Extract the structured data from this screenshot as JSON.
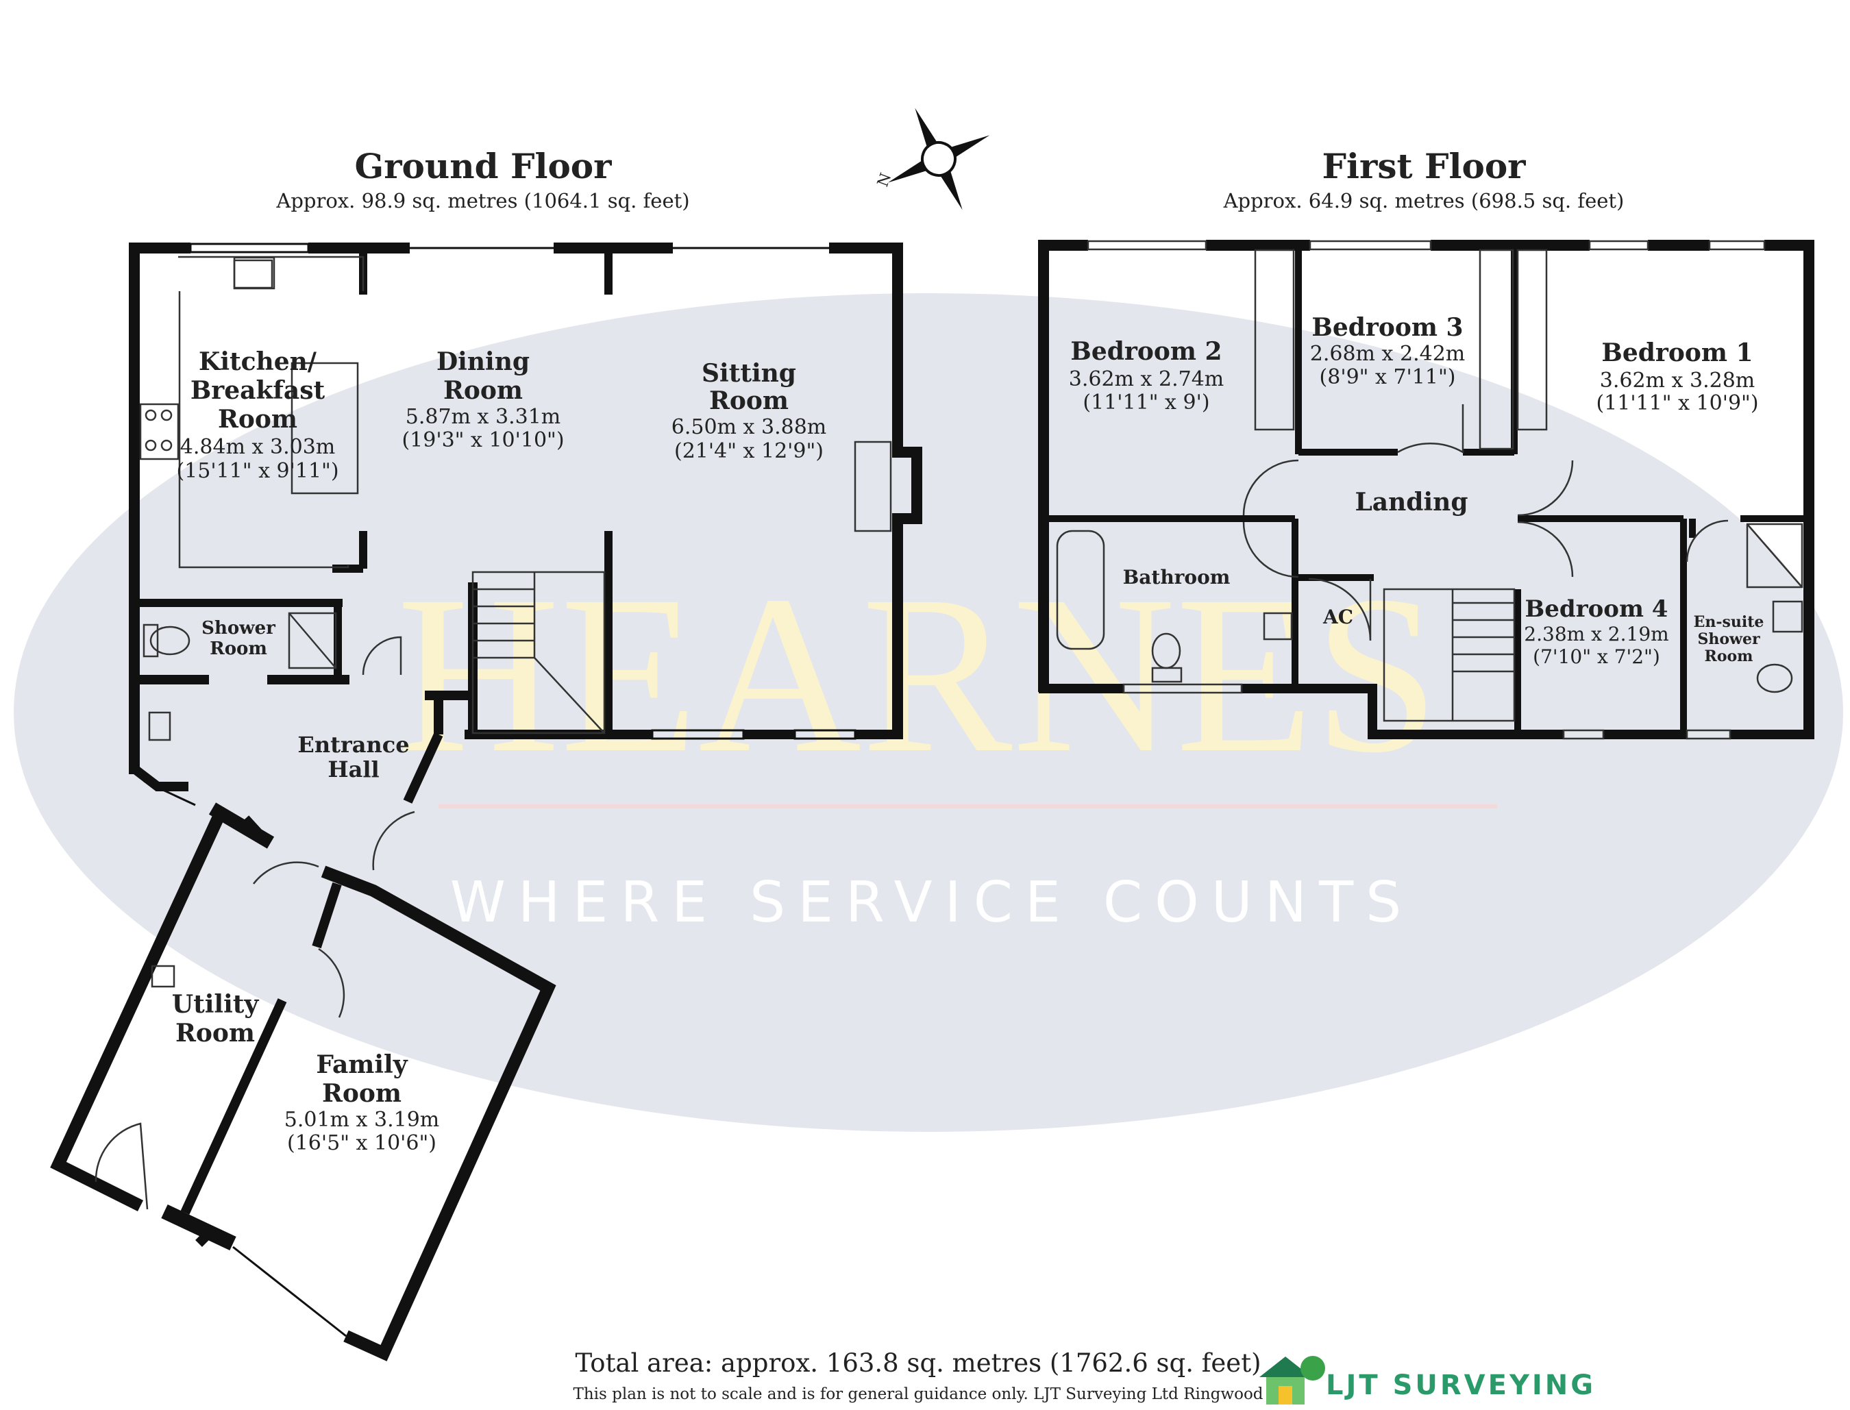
{
  "ground_floor": {
    "title": "Ground Floor",
    "area": "Approx. 98.9 sq. metres (1064.1 sq. feet)",
    "rooms": {
      "kitchen": {
        "l1": "Kitchen/",
        "l2": "Breakfast",
        "l3": "Room",
        "m": "4.84m x 3.03m",
        "ft": "(15'11\" x 9'11\")"
      },
      "dining": {
        "l1": "Dining",
        "l2": "Room",
        "m": "5.87m x 3.31m",
        "ft": "(19'3\" x 10'10\")"
      },
      "sitting": {
        "l1": "Sitting",
        "l2": "Room",
        "m": "6.50m x 3.88m",
        "ft": "(21'4\" x 12'9\")"
      },
      "shower": {
        "l1": "Shower",
        "l2": "Room"
      },
      "entrance": {
        "l1": "Entrance",
        "l2": "Hall"
      },
      "utility": {
        "l1": "Utility",
        "l2": "Room"
      },
      "family": {
        "l1": "Family",
        "l2": "Room",
        "m": "5.01m x 3.19m",
        "ft": "(16'5\" x 10'6\")"
      }
    }
  },
  "first_floor": {
    "title": "First Floor",
    "area": "Approx. 64.9 sq. metres (698.5 sq. feet)",
    "rooms": {
      "bed1": {
        "l1": "Bedroom 1",
        "m": "3.62m x 3.28m",
        "ft": "(11'11\" x 10'9\")"
      },
      "bed2": {
        "l1": "Bedroom 2",
        "m": "3.62m x 2.74m",
        "ft": "(11'11\" x 9')"
      },
      "bed3": {
        "l1": "Bedroom 3",
        "m": "2.68m x 2.42m",
        "ft": "(8'9\" x 7'11\")"
      },
      "bed4": {
        "l1": "Bedroom 4",
        "m": "2.38m x 2.19m",
        "ft": "(7'10\" x 7'2\")"
      },
      "landing": {
        "l1": "Landing"
      },
      "bathroom": {
        "l1": "Bathroom"
      },
      "ac": {
        "l1": "AC"
      },
      "ensuite": {
        "l1": "En-suite",
        "l2": "Shower",
        "l3": "Room"
      }
    }
  },
  "compass": {
    "label": "N"
  },
  "watermark": {
    "name": "HEARNES",
    "tagline": "WHERE SERVICE COUNTS"
  },
  "footer": {
    "total": "Total area: approx. 163.8 sq. metres (1762.6 sq. feet)",
    "disclaimer": "This plan is not to scale and is for general guidance only. LJT Surveying Ltd Ringwood",
    "brand": "LJT SURVEYING"
  },
  "colors": {
    "wall": "#111111",
    "watermark_bg": "#e3e6ec",
    "brand": "#2b9a6a"
  }
}
